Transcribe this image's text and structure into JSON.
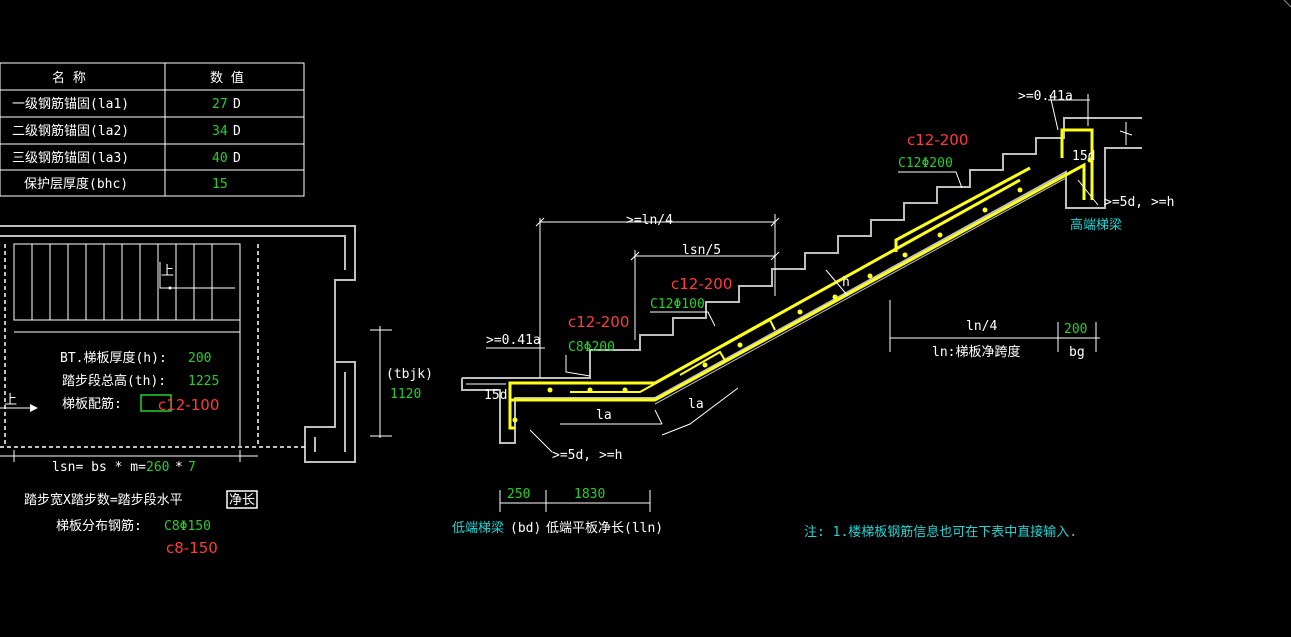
{
  "table": {
    "header_name": "名 称",
    "header_value": "数 值",
    "rows": [
      {
        "name": "一级钢筋锚固(la1)",
        "value": "27",
        "unit": "D"
      },
      {
        "name": "二级钢筋锚固(la2)",
        "value": "34",
        "unit": "D"
      },
      {
        "name": "三级钢筋锚固(la3)",
        "value": "40",
        "unit": "D"
      },
      {
        "name": "保护层厚度(bhc)",
        "value": "15",
        "unit": ""
      }
    ]
  },
  "plan": {
    "up_label_1": "上",
    "up_label_2": "上",
    "bt_label": "BT.梯板厚度(h):",
    "bt_value": "200",
    "th_label": "踏步段总高(th):",
    "th_value": "1225",
    "rebar_label": "梯板配筋:",
    "rebar_note": "c12-100",
    "tbjk_label": "(tbjk)",
    "tbjk_value": "1120",
    "lsn_label": "lsn= bs * m=",
    "lsn_bs": "260",
    "lsn_star": "*",
    "lsn_m": "7",
    "step_formula": "踏步宽X踏步数=踏步段水平",
    "step_formula_boxed": "净长",
    "dist_label": "梯板分布钢筋:",
    "dist_value": "C8Φ150",
    "dist_note": "c8-150"
  },
  "section": {
    "top_04la": ">=0.41a",
    "top_15d": "15d",
    "top_5d": ">=5d, >=h",
    "high_beam": "高端梯梁",
    "note_top": "c12-200",
    "label_top": "C12Φ200",
    "dim_ln4_top": ">=ln/4",
    "dim_lsn5": "lsn/5",
    "note_mid": "c12-200",
    "label_mid": "C12Φ100",
    "h_mark": "h",
    "ln4": "ln/4",
    "ln_label": "ln:梯板净跨度",
    "bg_value": "200",
    "bg_label": "bg",
    "left_04la": ">=0.41a",
    "note_left": "c12-200",
    "label_left": "C8Φ200",
    "left_15d": "15d",
    "la_1": "la",
    "la_2": "la",
    "left_5d": ">=5d, >=h",
    "bd_value": "250",
    "lln_value": "1830",
    "low_beam": "低端梯梁",
    "bd_label": "(bd)",
    "lln_label": "低端平板净长(lln)",
    "footnote": "注: 1.楼梯板钢筋信息也可在下表中直接输入."
  },
  "colors": {
    "background": "#000000",
    "text": "#ffffff",
    "value_green": "#22d12a",
    "label_cyan": "#22d3d3",
    "note_red": "#ff3b3b",
    "rebar_yellow": "#ffff1a"
  }
}
